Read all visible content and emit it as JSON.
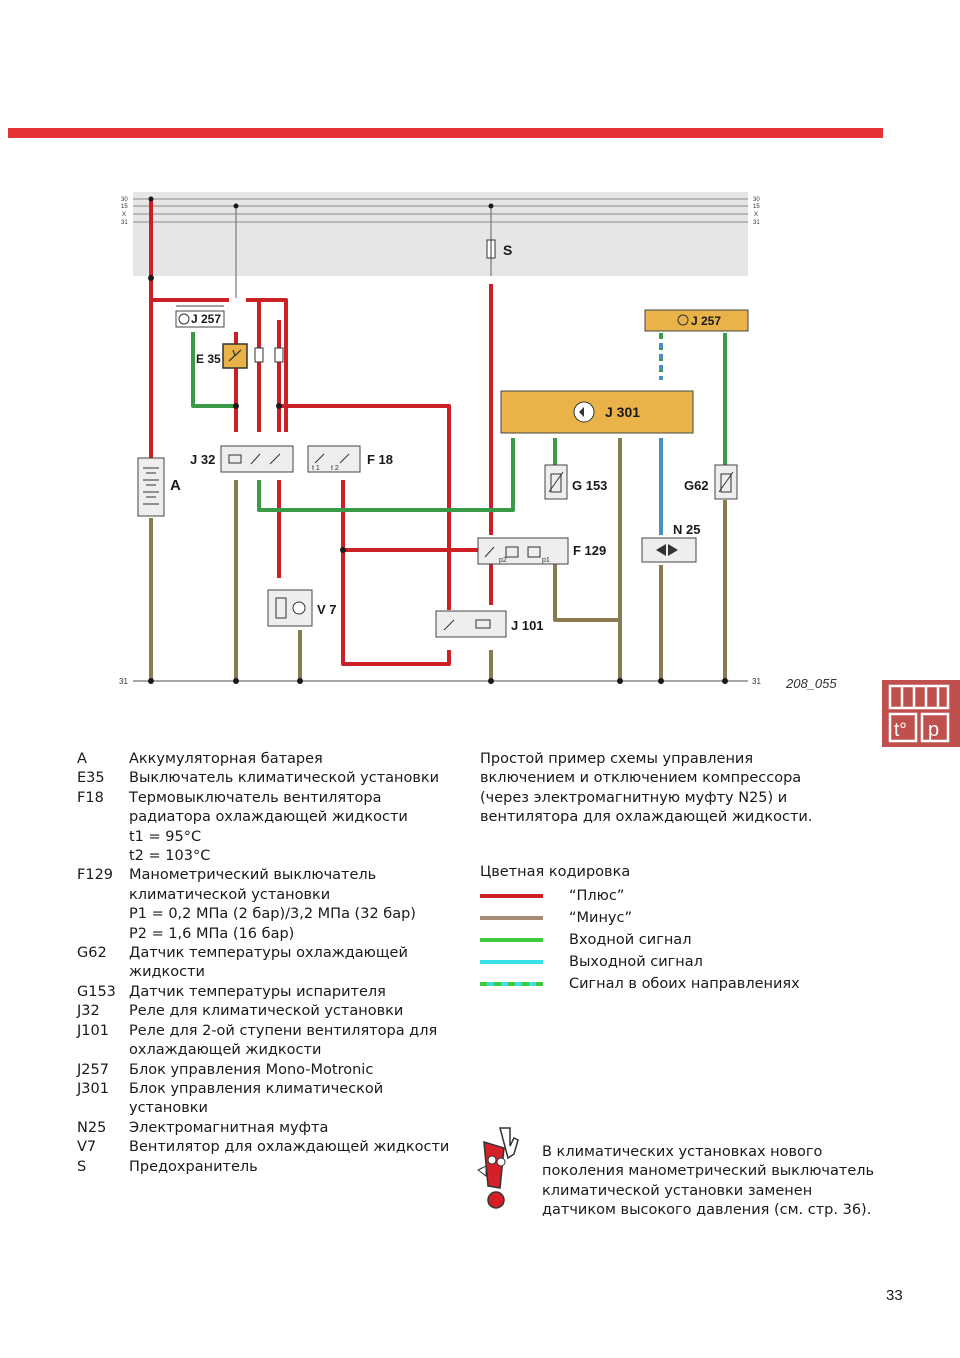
{
  "diagram": {
    "figure_id": "208_055",
    "bus_labels_left": [
      "30",
      "15",
      "X",
      "31"
    ],
    "bus_labels_right": [
      "30",
      "15",
      "X",
      "31"
    ],
    "ground_left": "31",
    "ground_right": "31",
    "components": {
      "S": "S",
      "J257_left": "J 257",
      "J257_right": "J 257",
      "E35": "E 35",
      "J32": "J 32",
      "F18": "F 18",
      "A": "A",
      "J301": "J 301",
      "G153": "G 153",
      "G62": "G62",
      "N25": "N 25",
      "F129": "F 129",
      "V7": "V 7",
      "J101": "J 101"
    },
    "switch_labels": {
      "t1": "t 1",
      "t2": "t 2",
      "p2": "p2",
      "p1": "p1"
    },
    "colors": {
      "plus": "#cc2027",
      "minus": "#8b7950",
      "input": "#3b9a47",
      "output": "#4a8fc4",
      "bus_bg": "#e6e6e6",
      "ecu": "#e9b34a"
    }
  },
  "badge": {
    "top_icon": "battery-icon",
    "t_label": "t°",
    "p_label": "p",
    "color": "#c0504d"
  },
  "legend": [
    {
      "code": "A",
      "desc": "Аккумуляторная батарея"
    },
    {
      "code": "E35",
      "desc": "Выключатель климатической установки"
    },
    {
      "code": "F18",
      "desc": "Термовыключатель вентилятора радиатора охлаждающей жидкости"
    },
    {
      "code": "",
      "desc": "t1 = 95°C"
    },
    {
      "code": "",
      "desc": "t2 = 103°C"
    },
    {
      "code": "F129",
      "desc": "Манометрический выключатель климатической установки"
    },
    {
      "code": "",
      "desc": "P1 = 0,2 МПа (2 бар)/3,2 МПа (32 бар)"
    },
    {
      "code": "",
      "desc": "P2 = 1,6 МПа (16 бар)"
    },
    {
      "code": "G62",
      "desc": "Датчик температуры охлаждающей жидкости"
    },
    {
      "code": "G153",
      "desc": "Датчик температуры испарителя"
    },
    {
      "code": "J32",
      "desc": "Реле для климатической установки"
    },
    {
      "code": "J101",
      "desc": "Реле для 2-ой ступени вентилятора для охлаждающей жидкости"
    },
    {
      "code": "J257",
      "desc": "Блок управления Mono-Motronic"
    },
    {
      "code": "J301",
      "desc": "Блок управления климатической установки"
    },
    {
      "code": "N25",
      "desc": "Электромагнитная муфта"
    },
    {
      "code": "V7",
      "desc": "Вентилятор для охлаждающей жидкости"
    },
    {
      "code": "S",
      "desc": "Предохранитель"
    }
  ],
  "intro": "Простой пример схемы управления включением и отключением компрессора (через электромагнитную муфту N25) и вентилятора для охлаждающей жидкости.",
  "color_coding": {
    "title": "Цветная кодировка",
    "items": [
      {
        "label": "“Плюс”",
        "color": "#cc2027"
      },
      {
        "label": "“Минус”",
        "color": "#a78b72"
      },
      {
        "label": "Входной сигнал",
        "color": "#3fcb3f"
      },
      {
        "label": "Выходной сигнал",
        "color": "#35e0e6"
      },
      {
        "label": "Сигнал в обоих направлениях",
        "color": "#3fcb3f",
        "color2": "#35e0e6"
      }
    ]
  },
  "note": {
    "icon": "exclamation-mascot-icon",
    "text": "В климатических установках нового поколения манометрический выключатель климатической установки заменен датчиком высокого давления (см. стр. 36)."
  },
  "page_number": "33"
}
